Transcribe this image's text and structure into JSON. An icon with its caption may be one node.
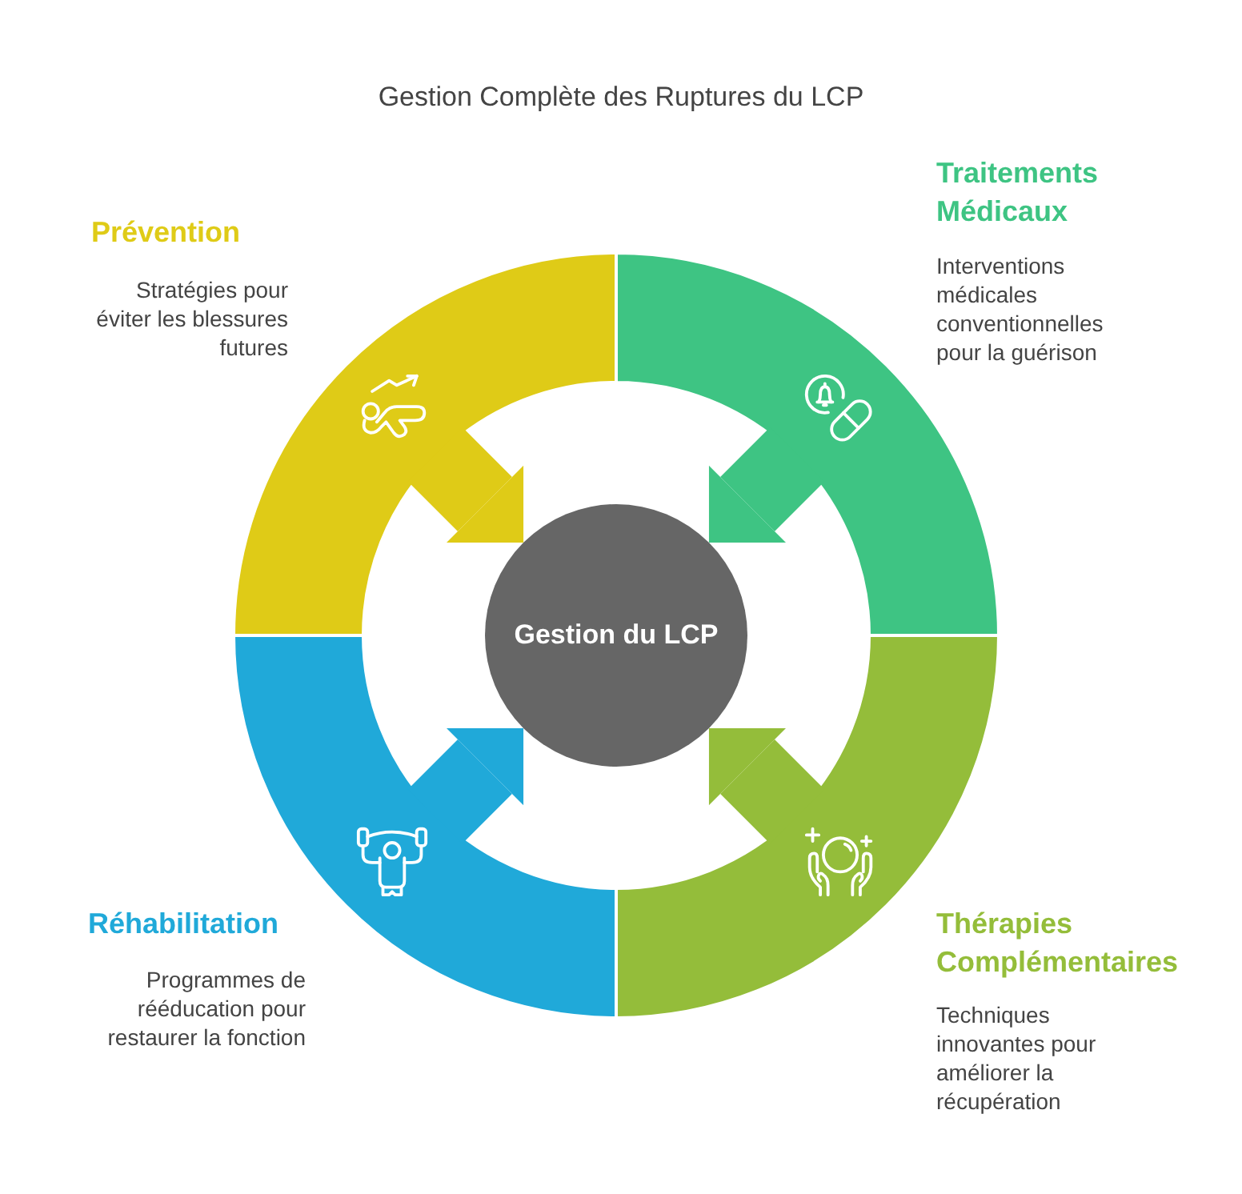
{
  "diagram": {
    "title": "Gestion Complète des Ruptures du LCP",
    "nodes": [
      {
        "text": [
          "Prévention",
          "Stratégies pour éviter les blessures futures"
        ]
      },
      {
        "text": [
          "Traitements Médicaux",
          "Interventions médicales conventionnelles pour la guérison"
        ]
      },
      {
        "text": [
          "Gestion du LCP"
        ]
      },
      {
        "text": [
          "Réhabilitation",
          "Programmes de rééducation pour restaurer la fonction"
        ]
      },
      {
        "text": [
          "Thérapies Complémentaires",
          "Techniques innovantes pour améliorer la récupération"
        ]
      }
    ],
    "edges": [
      {
        "from": 0,
        "to": 2,
        "arrow": "to",
        "color": "#dfcb17"
      },
      {
        "from": 1,
        "to": 2,
        "arrow": "to",
        "color": "#3ec483"
      },
      {
        "from": 3,
        "to": 2,
        "arrow": "to",
        "color": "#20a9d9"
      },
      {
        "from": 4,
        "to": 2,
        "arrow": "to",
        "color": "#94bd3a"
      }
    ]
  }
}
